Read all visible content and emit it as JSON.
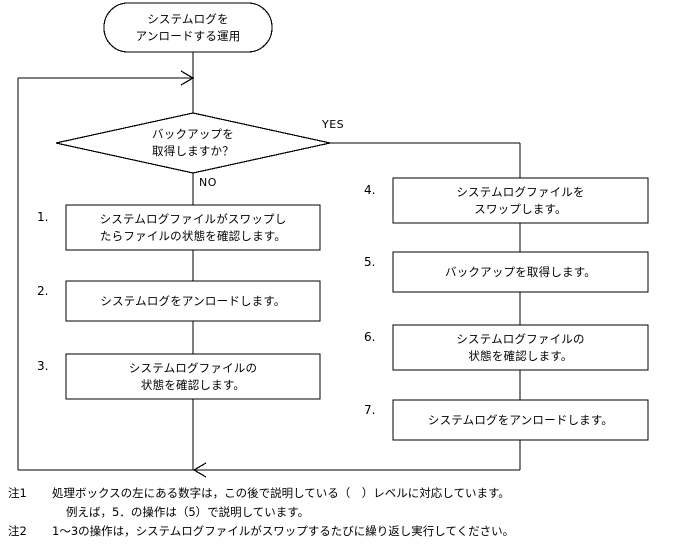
{
  "diagram": {
    "type": "flowchart",
    "title_node": {
      "shape": "terminator",
      "lines": [
        "システムログを",
        "アンロードする運用"
      ]
    },
    "decision": {
      "shape": "diamond",
      "lines": [
        "バックアップを",
        "取得しますか？"
      ],
      "branch_yes": "YES",
      "branch_no": "NO"
    },
    "left_steps": [
      {
        "number": "1.",
        "lines": [
          "システムログファイルがスワップし",
          "たらファイルの状態を確認します。"
        ]
      },
      {
        "number": "2.",
        "lines": [
          "システムログをアンロードします。"
        ]
      },
      {
        "number": "3.",
        "lines": [
          "システムログファイルの",
          "状態を確認します。"
        ]
      }
    ],
    "right_steps": [
      {
        "number": "4.",
        "lines": [
          "システムログファイルを",
          "スワップします。"
        ]
      },
      {
        "number": "5.",
        "lines": [
          "バックアップを取得します。"
        ]
      },
      {
        "number": "6.",
        "lines": [
          "システムログファイルの",
          "状態を確認します。"
        ]
      },
      {
        "number": "7.",
        "lines": [
          "システムログをアンロードします。"
        ]
      }
    ]
  },
  "notes": [
    {
      "tag": "注1",
      "lines": [
        "処理ボックスの左にある数字は，この後で説明している（　）レベルに対応しています。",
        "例えば，5．の操作は（5）で説明しています。"
      ]
    },
    {
      "tag": "注2",
      "lines": [
        "1～3の操作は，システムログファイルがスワップするたびに繰り返し実行してください。"
      ]
    }
  ],
  "colors": {
    "stroke": "#000000",
    "background": "#ffffff",
    "text": "#000000"
  }
}
